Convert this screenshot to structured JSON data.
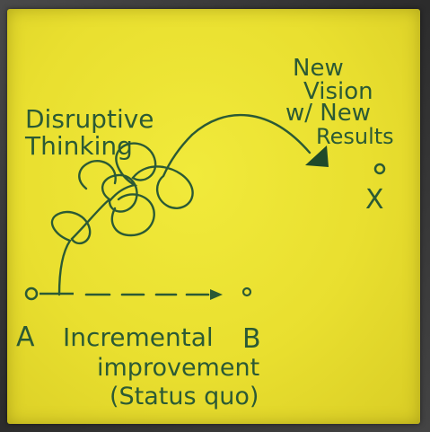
{
  "label_disruptive_1": "Disruptive",
  "label_disruptive_2": "Thinking",
  "label_new_1": "New",
  "label_new_2": "Vision",
  "label_new_3": "w/ New",
  "label_new_4": "Results",
  "label_point_x": "X",
  "label_point_a": "A",
  "label_point_b": "B",
  "label_incremental": "Incremental",
  "label_improvement": "improvement",
  "label_status_quo": "(Status quo)",
  "colors": {
    "paper": "#ebe132",
    "ink": "#2b5a35"
  }
}
